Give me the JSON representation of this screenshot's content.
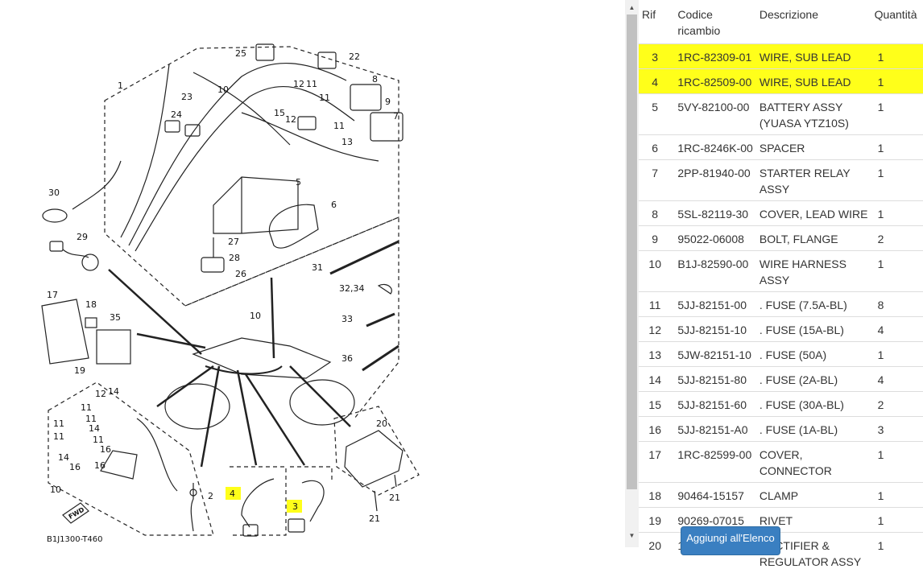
{
  "diagram": {
    "code_label": "B1J1300-T460",
    "fwd_label": "FWD",
    "callouts": [
      "1",
      "2",
      "3",
      "4",
      "5",
      "6",
      "7",
      "8",
      "9",
      "10",
      "10",
      "10",
      "11",
      "11",
      "11",
      "12",
      "12",
      "13",
      "14",
      "15",
      "16",
      "17",
      "18",
      "19",
      "20",
      "21",
      "21",
      "22",
      "23",
      "24",
      "25",
      "26",
      "27",
      "28",
      "29",
      "30",
      "31",
      "32,34",
      "33",
      "35",
      "36"
    ]
  },
  "table": {
    "headers": {
      "rif": "Rif",
      "code": "Codice ricambio",
      "desc": "Descrizione",
      "qty": "Quantità"
    },
    "rows": [
      {
        "rif": "3",
        "code": "1RC-82309-01",
        "desc": "WIRE, SUB LEAD",
        "qty": "1",
        "highlight": true
      },
      {
        "rif": "4",
        "code": "1RC-82509-00",
        "desc": "WIRE, SUB LEAD",
        "qty": "1",
        "highlight": true
      },
      {
        "rif": "5",
        "code": "5VY-82100-00",
        "desc": "BATTERY ASSY (YUASA YTZ10S)",
        "qty": "1"
      },
      {
        "rif": "6",
        "code": "1RC-8246K-00",
        "desc": "SPACER",
        "qty": "1"
      },
      {
        "rif": "7",
        "code": "2PP-81940-00",
        "desc": "STARTER RELAY ASSY",
        "qty": "1"
      },
      {
        "rif": "8",
        "code": "5SL-82119-30",
        "desc": "COVER, LEAD WIRE",
        "qty": "1"
      },
      {
        "rif": "9",
        "code": "95022-06008",
        "desc": "BOLT, FLANGE",
        "qty": "2"
      },
      {
        "rif": "10",
        "code": "B1J-82590-00",
        "desc": "WIRE HARNESS ASSY",
        "qty": "1"
      },
      {
        "rif": "11",
        "code": "5JJ-82151-00",
        "desc": ". FUSE (7.5A-BL)",
        "qty": "8"
      },
      {
        "rif": "12",
        "code": "5JJ-82151-10",
        "desc": ". FUSE (15A-BL)",
        "qty": "4"
      },
      {
        "rif": "13",
        "code": "5JW-82151-10",
        "desc": ". FUSE (50A)",
        "qty": "1"
      },
      {
        "rif": "14",
        "code": "5JJ-82151-80",
        "desc": ". FUSE (2A-BL)",
        "qty": "4"
      },
      {
        "rif": "15",
        "code": "5JJ-82151-60",
        "desc": ". FUSE (30A-BL)",
        "qty": "2"
      },
      {
        "rif": "16",
        "code": "5JJ-82151-A0",
        "desc": ". FUSE (1A-BL)",
        "qty": "3"
      },
      {
        "rif": "17",
        "code": "1RC-82599-00",
        "desc": "COVER, CONNECTOR",
        "qty": "1"
      },
      {
        "rif": "18",
        "code": "90464-15157",
        "desc": "CLAMP",
        "qty": "1"
      },
      {
        "rif": "19",
        "code": "90269-07015",
        "desc": "RIVET",
        "qty": "1"
      },
      {
        "rif": "20",
        "code": "1D7-81960-10",
        "desc": "RECTIFIER & REGULATOR ASSY",
        "qty": "1"
      }
    ]
  },
  "button": {
    "add_label": "Aggiungi all'Elenco"
  },
  "colors": {
    "highlight": "#ffff1a",
    "button": "#3a7fc1"
  }
}
